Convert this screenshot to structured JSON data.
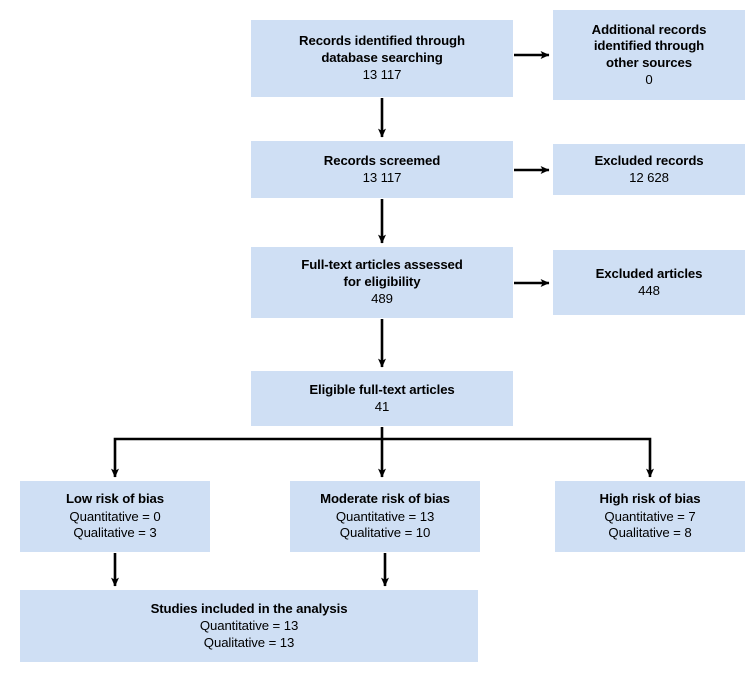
{
  "diagram": {
    "type": "prisma-flow-diagram",
    "box_fill_color": "#cfdff4",
    "connector_color": "#000000",
    "background_color": "#ffffff"
  },
  "nodes": {
    "records_identified": {
      "title": "Records identified through\ndatabase searching",
      "value": "13 117"
    },
    "additional_records": {
      "title": "Additional records\nidentified through\nother sources",
      "value": "0"
    },
    "records_screened": {
      "title": "Records screemed",
      "value": "13 117"
    },
    "excluded_records": {
      "title": "Excluded records",
      "value": "12 628"
    },
    "fulltext_assessed": {
      "title": "Full-text articles assessed\nfor eligibility",
      "value": "489"
    },
    "excluded_articles": {
      "title": "Excluded articles",
      "value": "448"
    },
    "eligible_fulltext": {
      "title": "Eligible full-text articles",
      "value": "41"
    },
    "low_risk": {
      "title": "Low risk of bias",
      "quantitative": "Quantitative = 0",
      "qualitative": "Qualitative = 3"
    },
    "moderate_risk": {
      "title": "Moderate risk of bias",
      "quantitative": "Quantitative = 13",
      "qualitative": "Qualitative = 10"
    },
    "high_risk": {
      "title": "High risk of bias",
      "quantitative": "Quantitative = 7",
      "qualitative": "Qualitative = 8"
    },
    "studies_included": {
      "title": "Studies included in the analysis",
      "quantitative": "Quantitative = 13",
      "qualitative": "Qualitative = 13"
    }
  },
  "chart_data": {
    "type": "diagram",
    "title": "PRISMA study selection flow diagram",
    "stages": [
      {
        "label": "Records identified through database searching",
        "count": 13117
      },
      {
        "label": "Additional records identified through other sources",
        "count": 0
      },
      {
        "label": "Records screemed",
        "count": 13117
      },
      {
        "label": "Excluded records",
        "count": 12628
      },
      {
        "label": "Full-text articles assessed for eligibility",
        "count": 489
      },
      {
        "label": "Excluded articles",
        "count": 448
      },
      {
        "label": "Eligible full-text articles",
        "count": 41
      },
      {
        "label": "Low risk of bias",
        "quantitative": 0,
        "qualitative": 3
      },
      {
        "label": "Moderate risk of bias",
        "quantitative": 13,
        "qualitative": 10
      },
      {
        "label": "High risk of bias",
        "quantitative": 7,
        "qualitative": 8
      },
      {
        "label": "Studies included in the analysis",
        "quantitative": 13,
        "qualitative": 13
      }
    ],
    "edges": [
      {
        "from": "Records identified through database searching",
        "to": "Additional records identified through other sources"
      },
      {
        "from": "Records identified through database searching",
        "to": "Records screemed"
      },
      {
        "from": "Records screemed",
        "to": "Excluded records"
      },
      {
        "from": "Records screemed",
        "to": "Full-text articles assessed for eligibility"
      },
      {
        "from": "Full-text articles assessed for eligibility",
        "to": "Excluded articles"
      },
      {
        "from": "Full-text articles assessed for eligibility",
        "to": "Eligible full-text articles"
      },
      {
        "from": "Eligible full-text articles",
        "to": "Low risk of bias"
      },
      {
        "from": "Eligible full-text articles",
        "to": "Moderate risk of bias"
      },
      {
        "from": "Eligible full-text articles",
        "to": "High risk of bias"
      },
      {
        "from": "Low risk of bias",
        "to": "Studies included in the analysis"
      },
      {
        "from": "Moderate risk of bias",
        "to": "Studies included in the analysis"
      }
    ]
  }
}
